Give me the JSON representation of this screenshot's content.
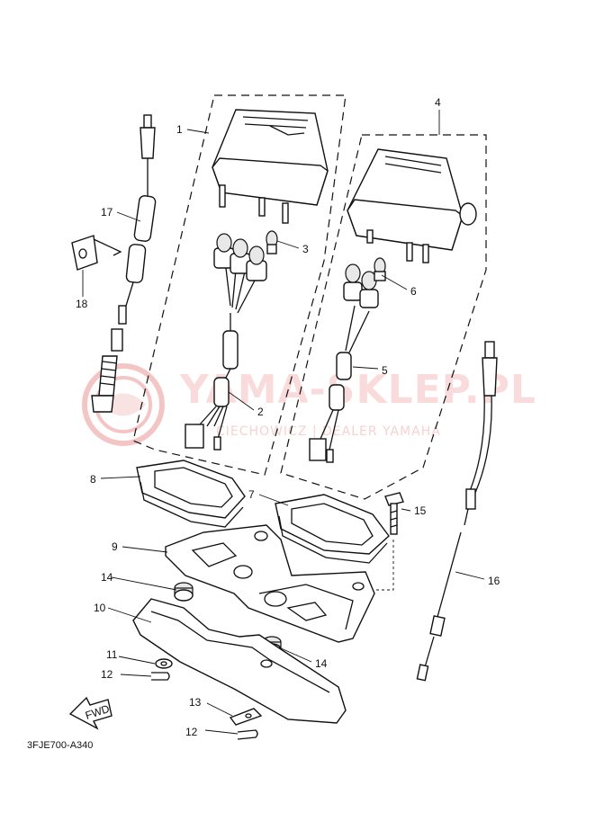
{
  "diagram": {
    "code": "3FJE700-A340",
    "fwd_label": "FWD",
    "watermark": {
      "main": "YAMA-SKLEP.PL",
      "sub": "CIECHOWICZ | DEALER YAMAHA"
    },
    "callouts": [
      "1",
      "2",
      "3",
      "4",
      "5",
      "6",
      "7",
      "8",
      "9",
      "10",
      "11",
      "12",
      "12",
      "13",
      "14",
      "14",
      "15",
      "16",
      "17",
      "18"
    ]
  }
}
